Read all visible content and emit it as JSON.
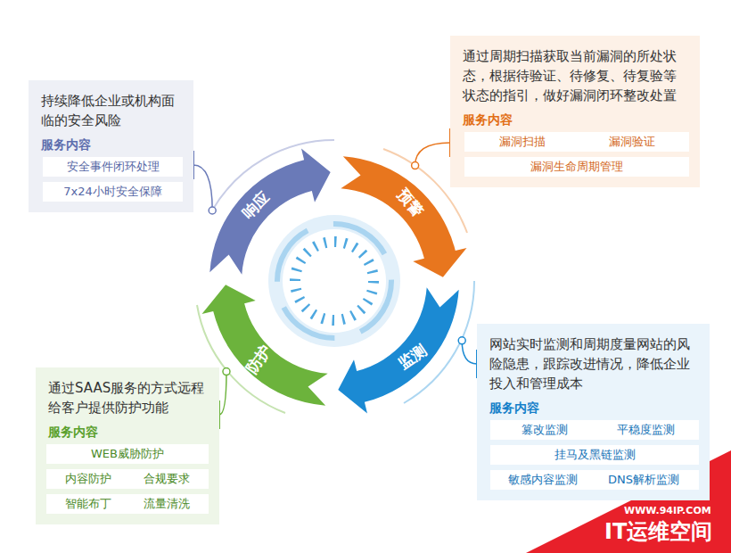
{
  "diagram": {
    "nodes": [
      {
        "text": [
          "持续降低企业或机构面临的安全风险",
          "服务内容"
        ]
      },
      {
        "text": [
          "安全事件闭环处理"
        ],
        "in": 0
      },
      {
        "text": [
          "7x24小时安全保障"
        ],
        "in": 0
      },
      {
        "text": [
          "通过周期扫描获取当前漏洞的所处状态，根据待验证、待修复、待复验等状态的指引，做好漏洞闭环整改处置",
          "服务内容"
        ]
      },
      {
        "text": [
          "漏洞扫描"
        ],
        "in": 3
      },
      {
        "text": [
          "漏洞验证"
        ],
        "in": 3
      },
      {
        "text": [
          "漏洞生命周期管理"
        ],
        "in": 3
      },
      {
        "text": [
          "响应"
        ]
      },
      {
        "text": [
          "预警"
        ]
      },
      {
        "text": [
          "防护"
        ]
      },
      {
        "text": [
          "监测"
        ]
      },
      {
        "text": [
          "网站实时监测和周期度量网站的风险隐患，跟踪改进情况，降低企业投入和管理成本",
          "服务内容"
        ]
      },
      {
        "text": [
          "篡改监测"
        ],
        "in": 11
      },
      {
        "text": [
          "平稳度监测"
        ],
        "in": 11
      },
      {
        "text": [
          "挂马及黑链监测"
        ],
        "in": 11
      },
      {
        "text": [
          "敏感内容监测"
        ],
        "in": 11
      },
      {
        "text": [
          "DNS解析监测"
        ],
        "in": 11
      },
      {
        "text": [
          "通过SAAS服务的方式远程给客户提供防护功能",
          "服务内容"
        ]
      },
      {
        "text": [
          "WEB威胁防护"
        ],
        "in": 17
      },
      {
        "text": [
          "内容防护"
        ],
        "in": 17
      },
      {
        "text": [
          "合规要求"
        ],
        "in": 17
      },
      {
        "text": [
          "智能布丁"
        ],
        "in": 17
      },
      {
        "text": [
          "流量清洗"
        ],
        "in": 17
      }
    ],
    "edges": [
      {
        "from": 7,
        "to": 0,
        "arrow": "none"
      },
      {
        "from": 8,
        "to": 3,
        "arrow": "none"
      },
      {
        "from": 10,
        "to": 11,
        "arrow": "none"
      },
      {
        "from": 9,
        "to": 17,
        "arrow": "none"
      }
    ],
    "labels": [
      "WWW.94IP.COM",
      "IT运维空间"
    ]
  }
}
